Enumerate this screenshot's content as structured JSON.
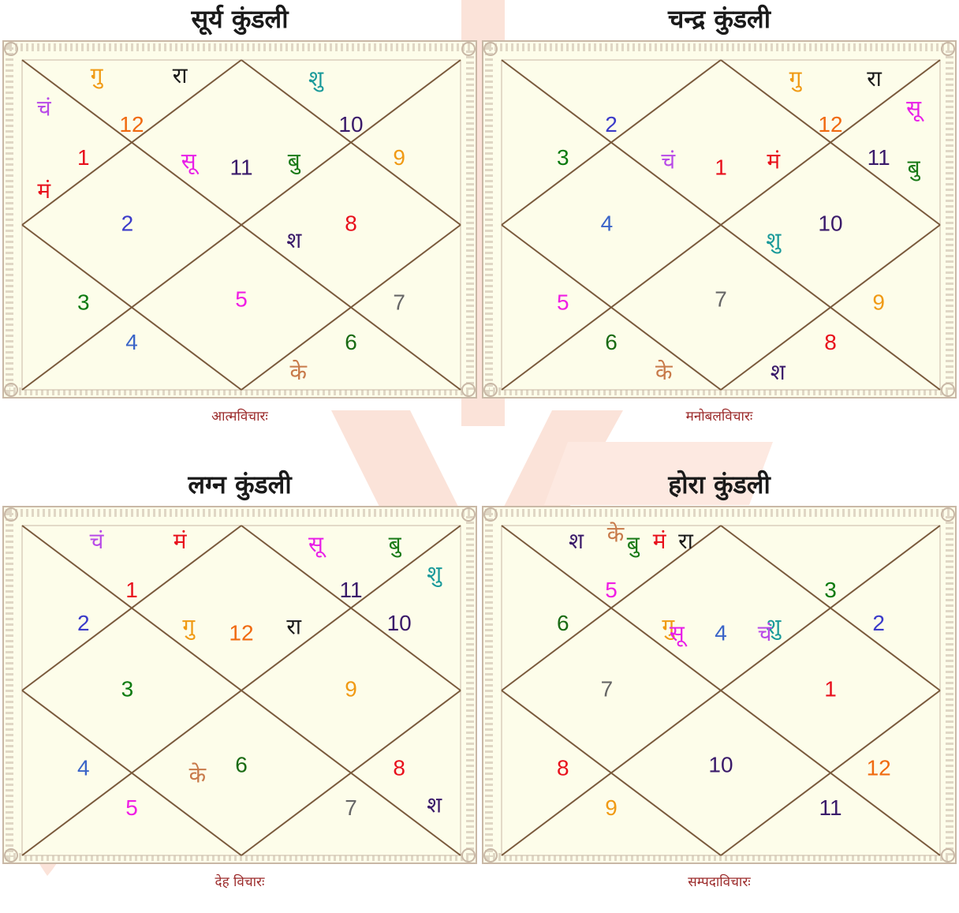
{
  "colors": {
    "paper": "#fdfdea",
    "line": "#7a5a3c",
    "border": "#c9b8a6",
    "deco": "#fbe3d9",
    "title": "#1a1a1a",
    "caption": "#9b2a2a",
    "house_colors": {
      "1": "#e8101c",
      "2": "#3b3bc9",
      "3": "#0c7a10",
      "4": "#3a64c8",
      "5": "#f01ee4",
      "6": "#1a6b14",
      "7": "#666666",
      "8": "#e8101c",
      "9": "#f09a14",
      "10": "#3a1a6a",
      "11": "#3a1a6a",
      "12": "#f06a10"
    },
    "planet_colors": {
      "सू": "#e81ee8",
      "चं": "#b84ae8",
      "मं": "#e8101c",
      "बु": "#1a7a18",
      "गु": "#f09a14",
      "शु": "#1a9a9a",
      "श": "#3a1a6a",
      "रा": "#1a1a1a",
      "के": "#c87a4a"
    }
  },
  "charts": [
    {
      "title": "सूर्य कुंडली",
      "caption": "आत्मविचारः",
      "houses": [
        "11",
        "12",
        "1",
        "2",
        "3",
        "4",
        "5",
        "6",
        "7",
        "8",
        "9",
        "10"
      ],
      "planets": [
        [
          "सू",
          "बु"
        ],
        [
          "गु",
          "रा"
        ],
        [
          "चं",
          "मं"
        ],
        [],
        [],
        [],
        [],
        [
          "के"
        ],
        [],
        [
          "श"
        ],
        [],
        [
          "शु"
        ]
      ]
    },
    {
      "title": "चन्द्र कुंडली",
      "caption": "मनोबलविचारः",
      "houses": [
        "1",
        "2",
        "3",
        "4",
        "5",
        "6",
        "7",
        "8",
        "9",
        "10",
        "11",
        "12"
      ],
      "planets": [
        [
          "चं",
          "मं"
        ],
        [],
        [],
        [],
        [],
        [
          "के"
        ],
        [],
        [
          "श"
        ],
        [],
        [
          "शु"
        ],
        [
          "सू",
          "बु"
        ],
        [
          "गु",
          "रा"
        ]
      ]
    },
    {
      "title": "लग्न कुंडली",
      "caption": "देह  विचारः",
      "houses": [
        "12",
        "1",
        "2",
        "3",
        "4",
        "5",
        "6",
        "7",
        "8",
        "9",
        "10",
        "11"
      ],
      "planets": [
        [
          "गु",
          "रा"
        ],
        [
          "चं",
          "मं"
        ],
        [],
        [],
        [],
        [],
        [
          "के"
        ],
        [],
        [
          "श"
        ],
        [],
        [
          "शु"
        ],
        [
          "सू",
          "बु"
        ]
      ]
    },
    {
      "title": "होरा कुंडली",
      "caption": "सम्पदाविचारः",
      "houses": [
        "4",
        "5",
        "6",
        "7",
        "8",
        "9",
        "10",
        "11",
        "12",
        "1",
        "2",
        "3"
      ],
      "planets": [
        [
          "गु",
          "शु",
          "सू",
          "चं"
        ],
        [
          "श",
          "मं",
          "के",
          "बु",
          "रा"
        ],
        [],
        [],
        [],
        [],
        [],
        [],
        [],
        [],
        [],
        []
      ]
    }
  ]
}
